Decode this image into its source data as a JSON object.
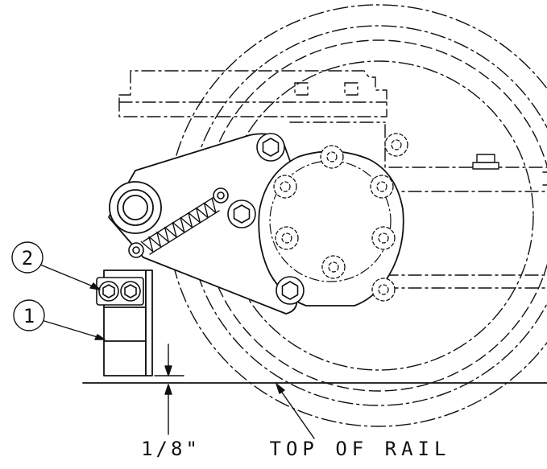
{
  "callouts": [
    {
      "number": "1"
    },
    {
      "number": "2"
    }
  ],
  "labels": {
    "clearance": "1/8\"",
    "rail": "TOP OF RAIL"
  },
  "colors": {
    "line": "#111111",
    "background": "#ffffff"
  }
}
